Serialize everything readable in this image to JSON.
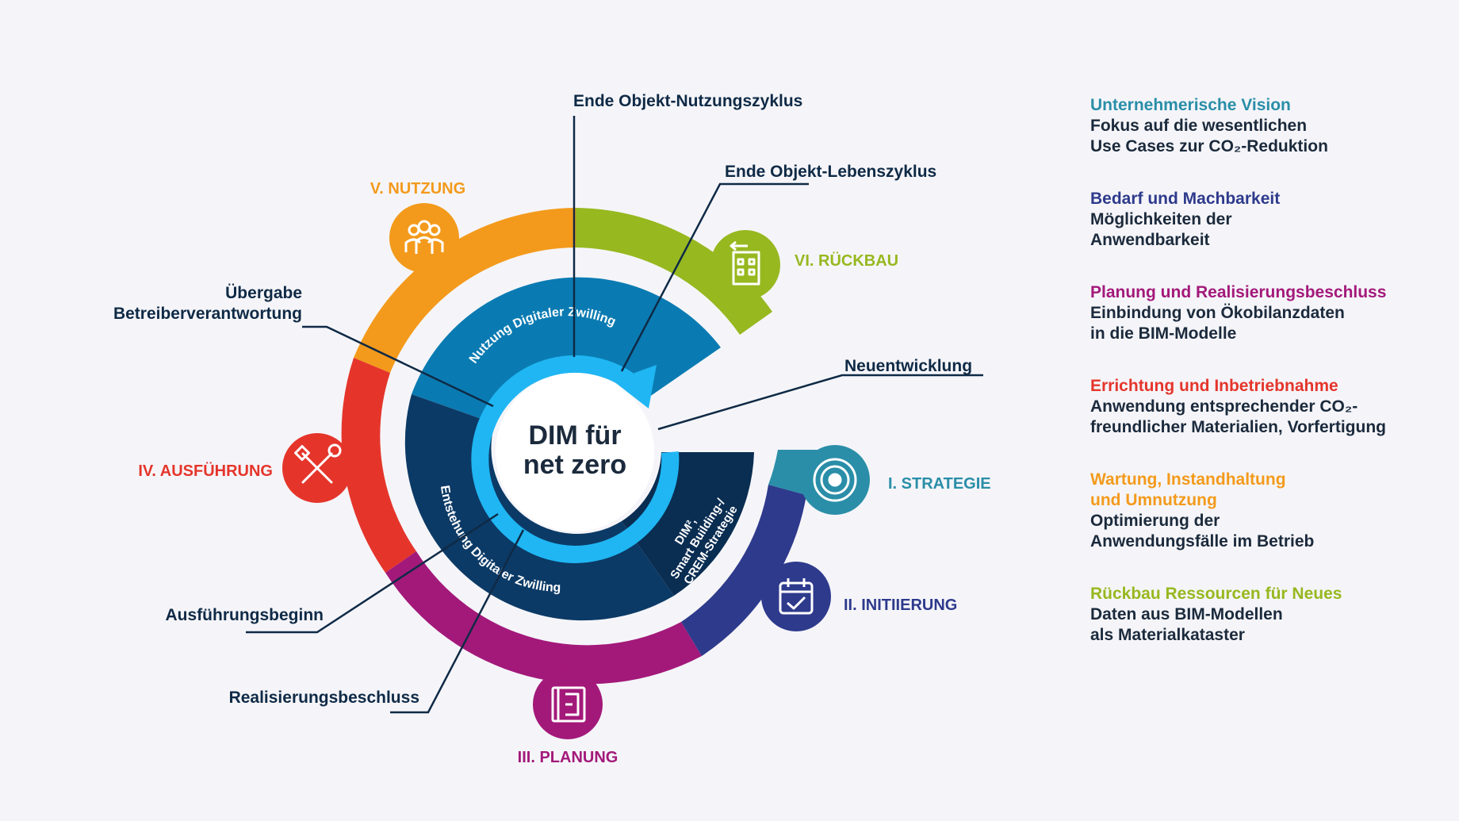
{
  "center": {
    "line1": "DIM für",
    "line2": "net zero"
  },
  "inner_ring": {
    "usage_label": "Nutzung Digitaler Zwilling",
    "origin_label": "Entstehung Digitaler Zwilling",
    "strategy_label": [
      "DIM²,",
      "Smart Building-/",
      "CREM-Strategie"
    ]
  },
  "phases": [
    {
      "label": "I. STRATEGIE",
      "color": "#2a8ea8",
      "icon": "target-icon"
    },
    {
      "label": "II. INITIIERUNG",
      "color": "#2e3a8c",
      "icon": "calendar-check-icon"
    },
    {
      "label": "III. PLANUNG",
      "color": "#a3197a",
      "icon": "blueprint-icon"
    },
    {
      "label": "IV. AUSFÜHRUNG",
      "color": "#e5352b",
      "icon": "tools-icon"
    },
    {
      "label": "V. NUTZUNG",
      "color": "#f39a1c",
      "icon": "people-icon"
    },
    {
      "label": "VI. RÜCKBAU",
      "color": "#97b81f",
      "icon": "building-icon"
    }
  ],
  "callouts": {
    "ende_nutzung": "Ende Objekt-Nutzungszyklus",
    "ende_leben": "Ende Objekt-Lebenszyklus",
    "uebergabe": [
      "Übergabe",
      "Betreiberverantwortung"
    ],
    "neuentwicklung": "Neuentwicklung",
    "ausfuehrungsbeginn": "Ausführungsbeginn",
    "realisierung": "Realisierungsbeschluss"
  },
  "legend": [
    {
      "title": "Unternehmerische Vision",
      "text": "Fokus auf die wesentlichen\nUse Cases zur CO₂-Reduktion",
      "color": "#2a8ea8"
    },
    {
      "title": "Bedarf und Machbarkeit",
      "text": "Möglichkeiten der\nAnwendbarkeit",
      "color": "#2e3a8c"
    },
    {
      "title": "Planung und Realisierungsbeschluss",
      "text": "Einbindung von Ökobilanzdaten\nin die BIM-Modelle",
      "color": "#a3197a"
    },
    {
      "title": "Errichtung und Inbetriebnahme",
      "text": "Anwendung entsprechender CO₂-\nfreundlicher Materialien, Vorfertigung",
      "color": "#e5352b"
    },
    {
      "title": "Wartung, Instandhaltung\nund Umnutzung",
      "text": "Optimierung der\nAnwendungsfälle im Betrieb",
      "color": "#f39a1c"
    },
    {
      "title": "Rückbau Ressourcen für Neues",
      "text": "Daten aus BIM-Modellen\nals Materialkataster",
      "color": "#97b81f"
    }
  ]
}
